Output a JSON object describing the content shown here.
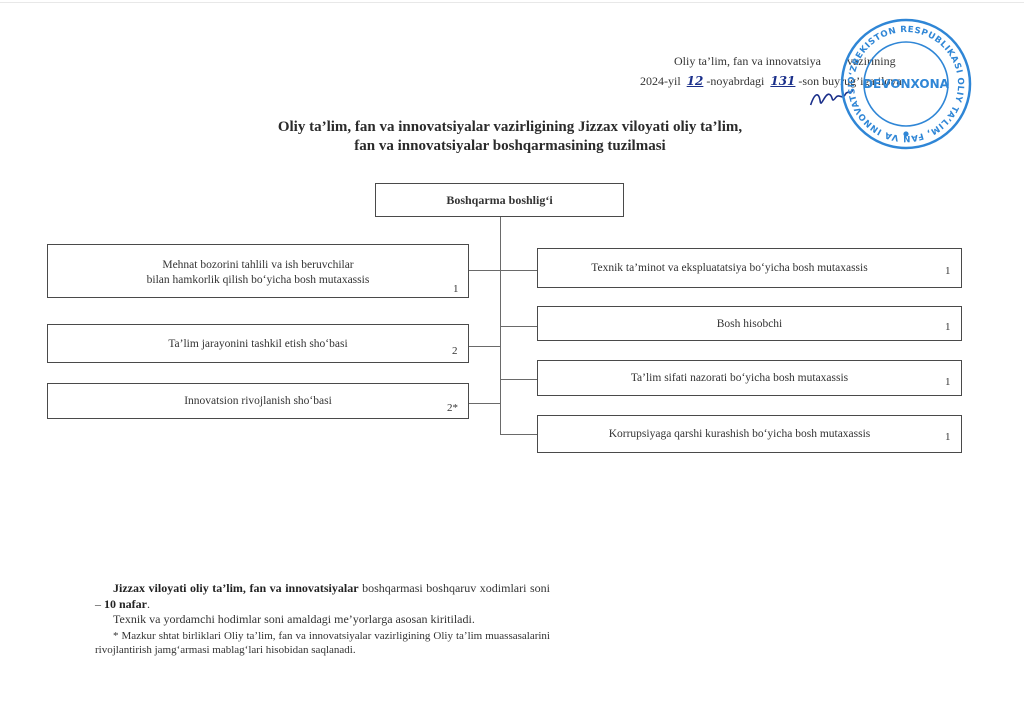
{
  "approval": {
    "line1_left": "Oliy ta’lim, fan va innovatsiya",
    "line1_right": "vazirining",
    "line2_prefix": "2024-yil",
    "line2_day": "12",
    "line2_mid": "-noyabrdagi",
    "line2_number": "131",
    "line2_suffix": "-son buyrug’iga ilova"
  },
  "signature": "ccdd",
  "stamp": {
    "outer_text": "O‘ZBEKISTON RESPUBLIKASI OLIY TA’LIM, FAN VA INNOVATSIYALAR VAZIRLIGI",
    "center_text": "DEVONXONA",
    "color": "#2f86d6"
  },
  "title": {
    "line1": "Oliy ta’lim, fan va innovatsiyalar vazirligining Jizzax viloyati oliy ta’lim,",
    "line2": "fan va innovatsiyalar boshqarmasining tuzilmasi"
  },
  "head": "Boshqarma boshlig‘i",
  "left_units": [
    {
      "line1": "Mehnat bozorini tahlili va ish beruvchilar",
      "line2": "bilan hamkorlik qilish bo‘yicha bosh mutaxassis",
      "count": "1"
    },
    {
      "line1": "Ta’lim jarayonini tashkil etish sho‘basi",
      "count": "2"
    },
    {
      "line1": "Innovatsion rivojlanish sho‘basi",
      "count": "2*"
    }
  ],
  "right_units": [
    {
      "label": "Texnik ta’minot va ekspluatatsiya bo‘yicha bosh mutaxassis",
      "count": "1"
    },
    {
      "label": "Bosh hisobchi",
      "count": "1"
    },
    {
      "label": "Ta’lim sifati nazorati bo‘yicha bosh mutaxassis",
      "count": "1"
    },
    {
      "label": "Korrupsiyaga qarshi kurashish bo‘yicha bosh mutaxassis",
      "count": "1"
    }
  ],
  "notes": {
    "p1_bold": "Jizzax viloyati oliy ta’lim, fan va innovatsiyalar",
    "p1_rest": " boshqarmasi boshqaruv xodimlari soni – ",
    "p1_count": "10 nafar",
    "p1_end": ".",
    "p2": "Texnik va yordamchi hodimlar soni amaldagi me’yorlarga asosan kiritiladi.",
    "p3": "* Mazkur shtat birliklari Oliy ta’lim, fan va innovatsiyalar vazirligining Oliy ta’lim muassasalarini rivojlantirish jamg‘armasi mablag‘lari hisobidan saqlanadi."
  }
}
